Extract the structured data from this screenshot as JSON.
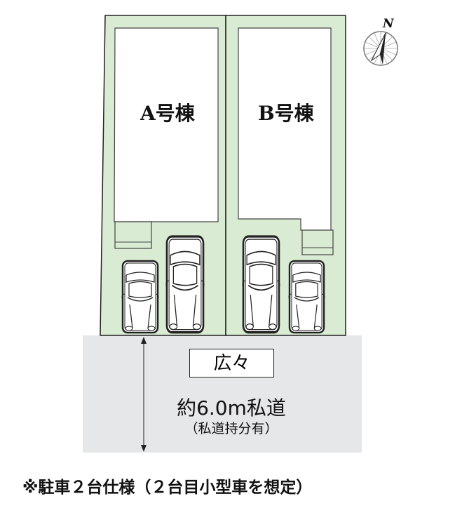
{
  "buildings": [
    {
      "label": "A号棟"
    },
    {
      "label": "B号棟"
    }
  ],
  "road": {
    "badge": "広々",
    "label": "約6.0m私道",
    "sublabel": "（私道持分有）"
  },
  "note": "※駐車２台仕様（２台目小型車を想定）",
  "compass": {
    "label": "N"
  },
  "colors": {
    "lot": "#d9ebd2",
    "road": "#e6e7e8",
    "line": "#222222"
  }
}
